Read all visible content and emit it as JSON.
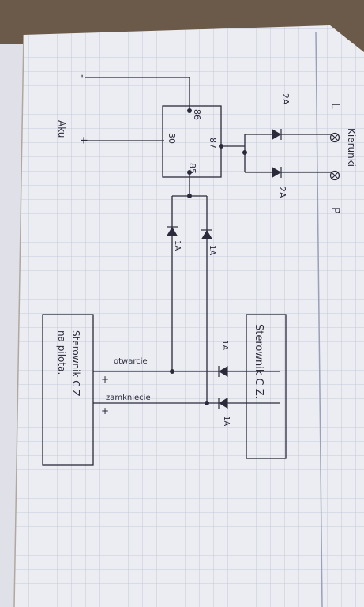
{
  "battery": {
    "minus": "-",
    "plus": "+",
    "label": "Aku"
  },
  "relay": {
    "pins": {
      "p86": "86",
      "p87": "87",
      "p30": "30",
      "p85": "85"
    }
  },
  "indicators": {
    "title": "Kierunki",
    "left": "L",
    "right": "P"
  },
  "diodes": {
    "d_left_lamp": "2A",
    "d_right_lamp": "2A",
    "d_relay_a": "1A",
    "d_relay_b": "1A",
    "d_top_controller": "1A",
    "d_bottom_controller": "1A"
  },
  "controller_main": {
    "label": "Sterownik C Z."
  },
  "controller_remote": {
    "line1": "Sterownik C Z",
    "line2": "na pilota."
  },
  "signals": {
    "open": "otwarcie",
    "close": "zamkniecie",
    "plus_open": "+",
    "plus_close": "+"
  },
  "colors": {
    "paper": "#ecedf3",
    "grid": "#b9bfd3",
    "ink": "#2b2a3a"
  }
}
